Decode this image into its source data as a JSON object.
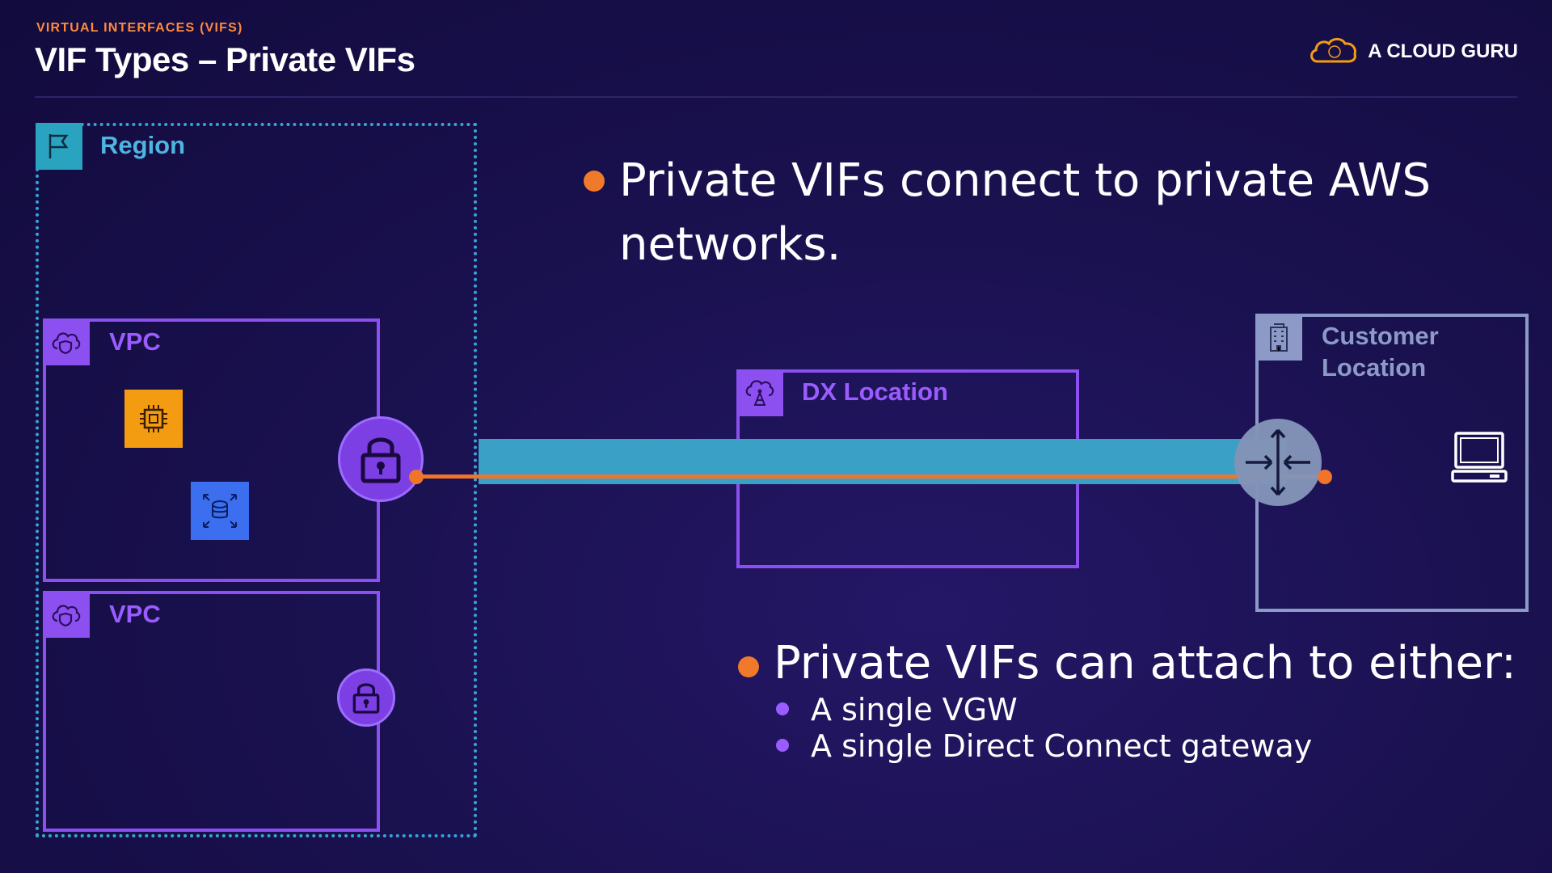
{
  "header": {
    "eyebrow": "VIRTUAL INTERFACES (VIFS)",
    "title": "VIF Types – Private VIFs",
    "brand": "A CLOUD GURU"
  },
  "diagram": {
    "region_label": "Region",
    "vpc_labels": [
      "VPC",
      "VPC"
    ],
    "dx_label": "DX Location",
    "customer_label": "Customer Location",
    "icons": [
      "flag-icon",
      "cloud-shield-icon",
      "chip-icon",
      "database-icon",
      "padlock-icon",
      "building-icon",
      "router-icon",
      "laptop-icon"
    ]
  },
  "bullets": {
    "first": "Private VIFs connect to private AWS networks.",
    "second": "Private VIFs can attach to either:",
    "sub_items": [
      "A single VGW",
      "A single Direct Connect gateway"
    ]
  },
  "colors": {
    "accent_orange": "#f07a2a",
    "vpc_purple": "#8c4ff0",
    "region_blue": "#36a5d6",
    "link_blue": "#3aa0c6",
    "customer_gray": "#8d9ac7"
  }
}
